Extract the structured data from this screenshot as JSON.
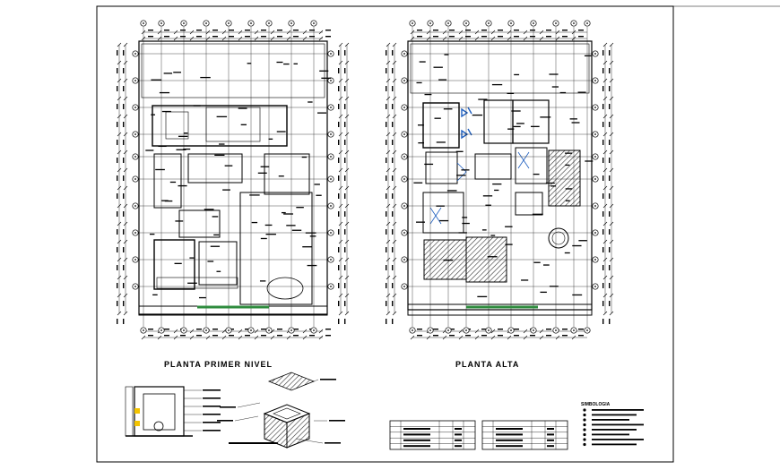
{
  "drawing": {
    "plan_left_title": "PLANTA PRIMER NIVEL",
    "plan_right_title": "PLANTA ALTA",
    "legend_title": "SIMBOLOGIA"
  },
  "colors": {
    "ink": "#000000",
    "fixture_blue": "#1f5fbf",
    "hatch": "#333333",
    "lawn_green": "#2e8b3d",
    "sheet": "#ffffff"
  }
}
